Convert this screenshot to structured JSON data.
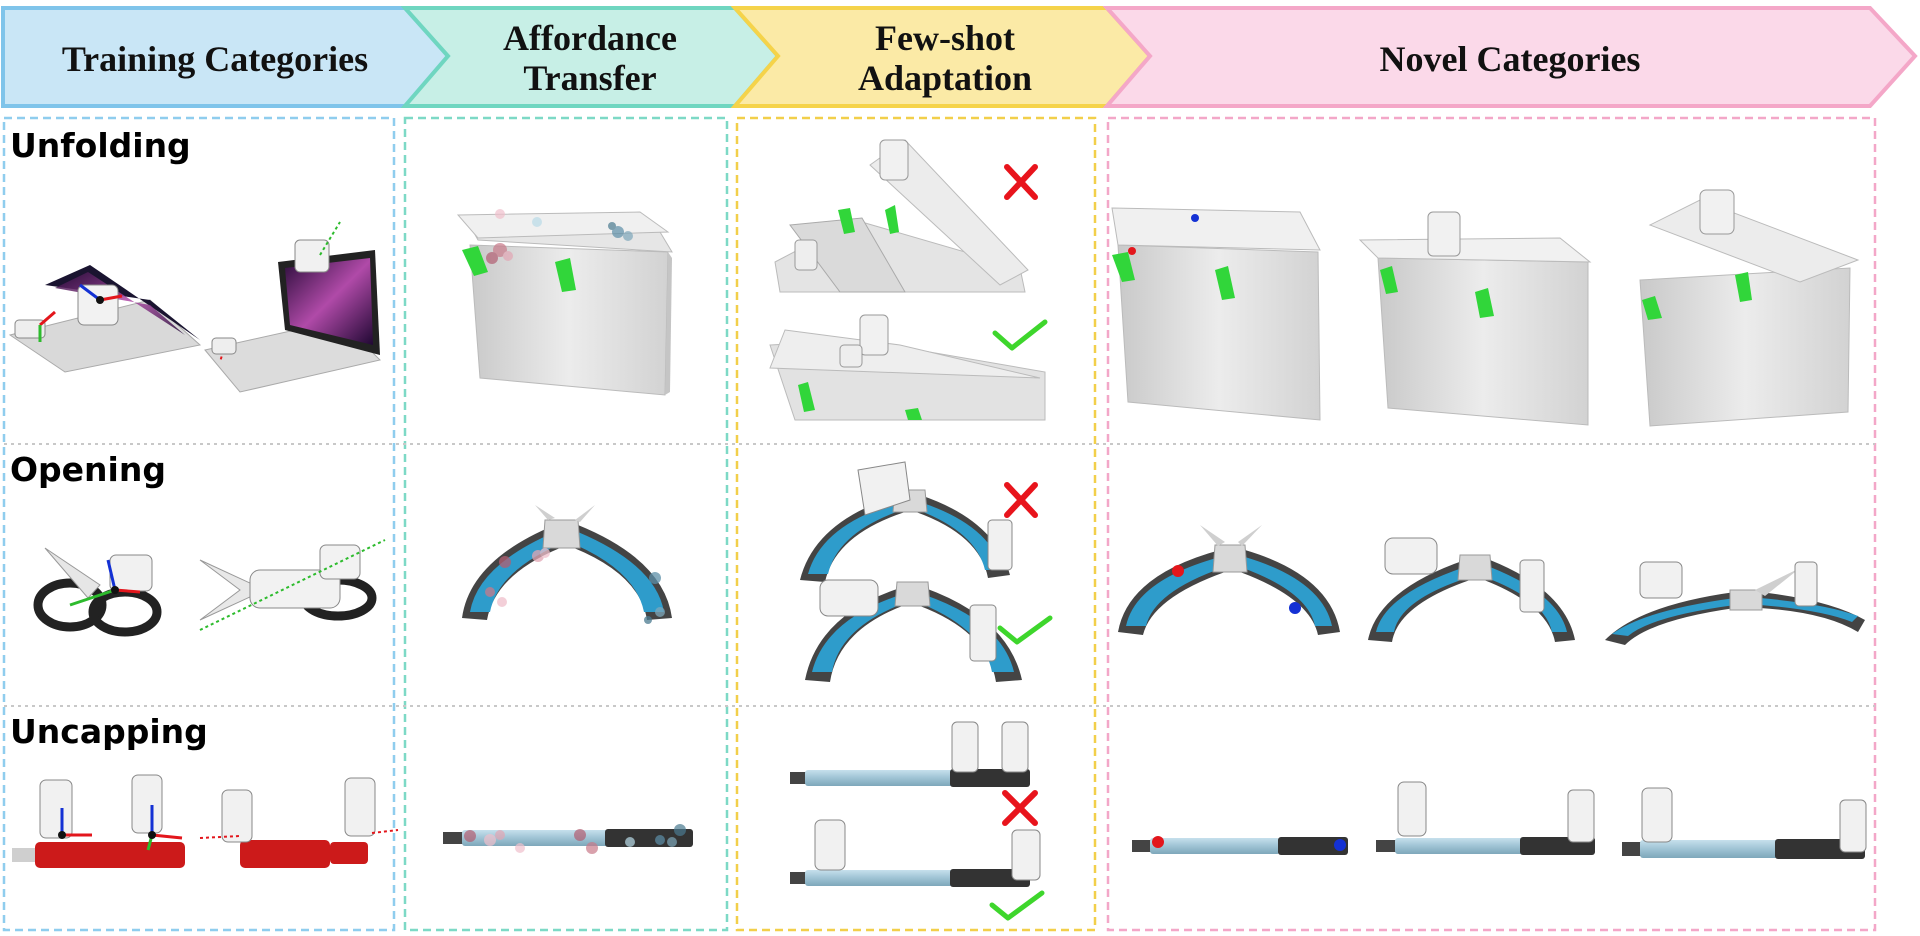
{
  "header": {
    "training": "Training Categories",
    "affordance_line1": "Affordance",
    "affordance_line2": "Transfer",
    "fewshot_line1": "Few-shot",
    "fewshot_line2": "Adaptation",
    "novel": "Novel Categories"
  },
  "rows": {
    "unfolding": "Unfolding",
    "opening": "Opening",
    "uncapping": "Uncapping"
  },
  "colors": {
    "training": "#c9e6f6",
    "affordance": "#c7efe6",
    "fewshot": "#fbeaa6",
    "novel": "#fbd9e9",
    "fail_mark": "#e8141c",
    "success_mark": "#3ed62c",
    "contact_point": "#e3161c",
    "target_point": "#1431d4",
    "handle_blue": "#2e9ccb",
    "handle_dark": "#444444"
  },
  "icons": {
    "fail": "cross-mark-icon",
    "success": "check-mark-icon"
  }
}
